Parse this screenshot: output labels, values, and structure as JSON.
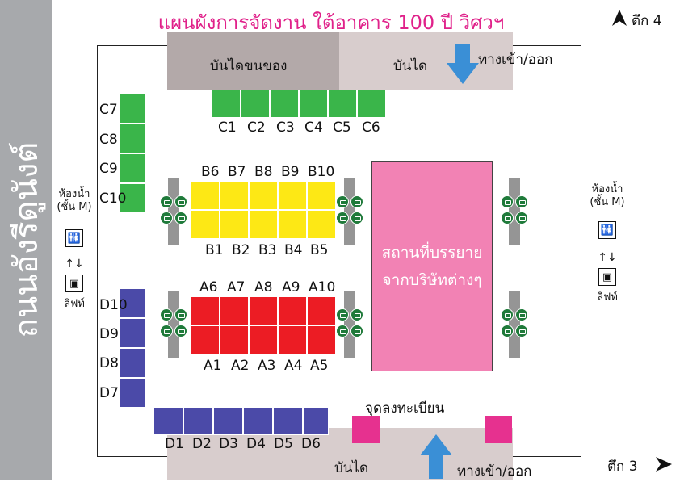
{
  "title": "แผนผังการจัดงาน ใต้อาคาร 100 ปี วิศวฯ",
  "road_label": "ถนนอังรีดูนังต์",
  "north_label": "ตึก 4",
  "east_label": "ตึก 3",
  "top_area": {
    "freight_stairs": "บันไดขนของ",
    "stairs": "บันได",
    "entrance": "ทางเข้า/ออก"
  },
  "bottom_area": {
    "stairs": "บันได",
    "entrance": "ทางเข้า/ออก",
    "registration": "จุดลงทะเบียน"
  },
  "stage": {
    "line1": "สถานที่บรรยาย",
    "line2": "จากบริษัทต่างๆ"
  },
  "left_facilities": {
    "restroom_line1": "ห้องน้ำ",
    "restroom_line2": "(ชั้น M)",
    "lift": "ลิฟท์"
  },
  "right_facilities": {
    "restroom_line1": "ห้องน้ำ",
    "restroom_line2": "(ชั้น M)",
    "lift": "ลิฟท์"
  },
  "booths": {
    "c_top": [
      "C1",
      "C2",
      "C3",
      "C4",
      "C5",
      "C6"
    ],
    "c_left": [
      "C7",
      "C8",
      "C9",
      "C10"
    ],
    "d_left": [
      "D10",
      "D9",
      "D8",
      "D7"
    ],
    "d_bottom": [
      "D1",
      "D2",
      "D3",
      "D4",
      "D5",
      "D6"
    ],
    "b_top": [
      "B6",
      "B7",
      "B8",
      "B9",
      "B10"
    ],
    "b_bottom": [
      "B1",
      "B2",
      "B3",
      "B4",
      "B5"
    ],
    "a_top": [
      "A6",
      "A7",
      "A8",
      "A9",
      "A10"
    ],
    "a_bottom": [
      "A1",
      "A2",
      "A3",
      "A4",
      "A5"
    ]
  },
  "colors": {
    "title": "#e0218a",
    "c_booths": "#3ab54a",
    "d_booths": "#4b4aa8",
    "b_booths": "#fde815",
    "a_booths": "#ec1c24",
    "stage": "#f282b4",
    "registration": "#e6318f",
    "arrow": "#3a8fd6",
    "road": "#a7a9ac"
  },
  "icons": {
    "north": "north-arrow-icon",
    "east": "east-arrow-icon",
    "restroom": "restroom-icon",
    "lift": "lift-icon",
    "power": "power-plug-icon"
  }
}
